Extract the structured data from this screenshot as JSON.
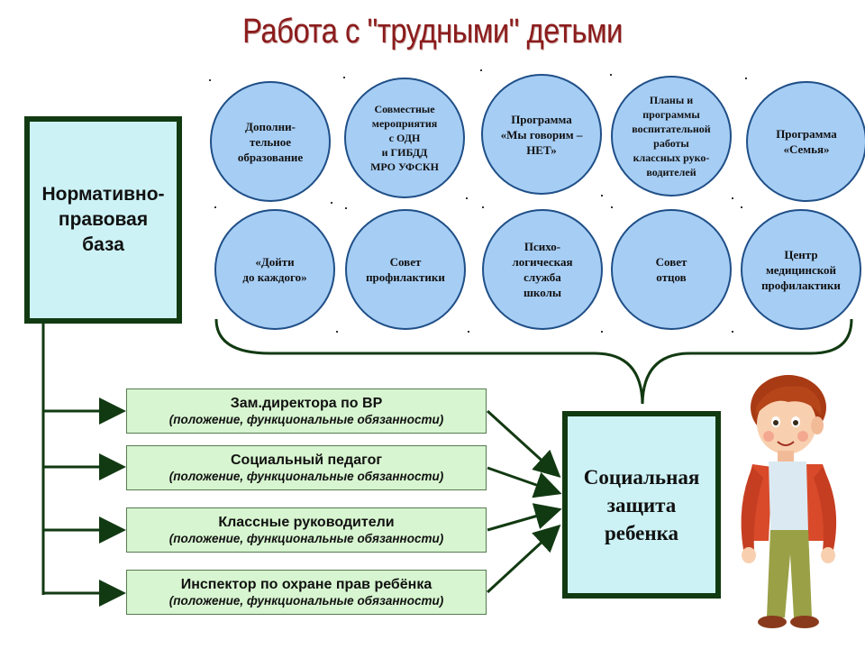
{
  "title": "Работа с \"трудными\" детьми",
  "normative_box": "Нормативно-\nправовая\nбаза",
  "circles": [
    {
      "label": "Дополни-\nтельное\nобразование"
    },
    {
      "label": "Совместные\nмероприятия\nс ОДН\nи ГИБДД\nМРО УФСКН"
    },
    {
      "label": "Программа\n«Мы говорим –\nНЕТ»"
    },
    {
      "label": "Планы и\nпрограммы\nвоспитательной\nработы\nклассных руко-\nводителей"
    },
    {
      "label": "Программа\n«Семья»"
    },
    {
      "label": "«Дойти\nдо каждого»"
    },
    {
      "label": "Совет\nпрофилактики"
    },
    {
      "label": "Психо-\nлогическая\nслужба\nшколы"
    },
    {
      "label": "Совет\nотцов"
    },
    {
      "label": "Центр\nмедицинской\nпрофилактики"
    }
  ],
  "roles": [
    {
      "name": "Зам.директора по ВР",
      "sub": "(положение, функциональные обязанности)"
    },
    {
      "name": "Социальный педагог",
      "sub": "(положение, функциональные обязанности)"
    },
    {
      "name": "Классные руководители",
      "sub": "(положение, функциональные обязанности)"
    },
    {
      "name": "Инспектор по охране прав ребёнка",
      "sub": "(положение, функциональные обязанности)"
    }
  ],
  "social_box": "Социальная\nзащита\nребенка",
  "colors": {
    "title": "#8b1c1c",
    "light_box_fill": "#ccf2f5",
    "dark_border": "#123a12",
    "circle_fill": "#a6cdf4",
    "circle_border": "#1f4f87",
    "role_fill": "#d7f5d0"
  },
  "illustration": "cartoon-boy"
}
